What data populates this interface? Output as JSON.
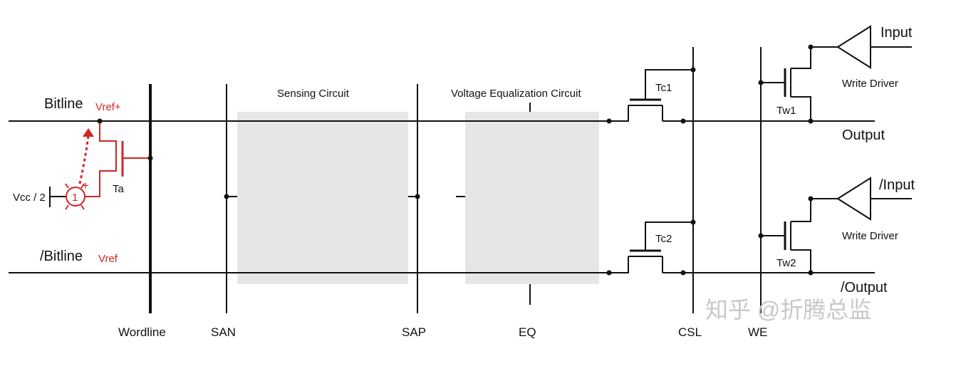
{
  "colors": {
    "line": "#111111",
    "accent": "#d42424",
    "block": "#e6e6e6",
    "watermark": "#c8c8c8"
  },
  "labels": {
    "bitline": "Bitline",
    "vref_plus": "Vref+",
    "bitline_bar": "/Bitline",
    "vref": "Vref",
    "vcc": "Vcc / 2",
    "source_num": "1",
    "plus": "+",
    "ta": "Ta",
    "sensing": "Sensing Circuit",
    "equalization": "Voltage Equalization Circuit",
    "tc1": "Tc1",
    "tc2": "Tc2",
    "tw1": "Tw1",
    "tw2": "Tw2",
    "input": "Input",
    "input_bar": "/Input",
    "write_driver_1": "Write Driver",
    "write_driver_2": "Write Driver",
    "output": "Output",
    "output_bar": "/Output",
    "wordline": "Wordline",
    "san": "SAN",
    "sap": "SAP",
    "eq": "EQ",
    "csl": "CSL",
    "we": "WE"
  },
  "watermark": "知乎 @折腾总监"
}
